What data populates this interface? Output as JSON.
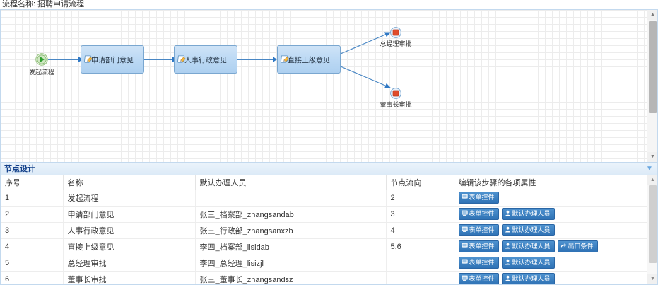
{
  "header": {
    "process_name_label": "流程名称:",
    "process_name_value": "招聘申请流程",
    "full_title": "流程名称: 招聘申请流程"
  },
  "canvas": {
    "start_node": {
      "label": "发起流程",
      "icon": "play-circle-icon",
      "color": "#49a942"
    },
    "tasks": [
      {
        "label": "申请部门意见",
        "icon": "edit-note-icon"
      },
      {
        "label": "人事行政意见",
        "icon": "edit-note-icon"
      },
      {
        "label": "直接上级意见",
        "icon": "edit-note-icon"
      }
    ],
    "end_nodes": [
      {
        "label": "总经理审批",
        "icon": "stop-circle-icon",
        "color": "#e04b2a"
      },
      {
        "label": "董事长审批",
        "icon": "stop-circle-icon",
        "color": "#e04b2a"
      }
    ],
    "edge_color": "#4a87c4",
    "node_fill": "#bcd9f4",
    "node_border": "#7aa7d0"
  },
  "panel": {
    "title": "节点设计",
    "collapse_icon": "chevron-double-down-icon"
  },
  "grid": {
    "columns": [
      "序号",
      "名称",
      "默认办理人员",
      "节点流向",
      "编辑该步骤的各项属性"
    ],
    "rows": [
      {
        "no": "1",
        "name": "发起流程",
        "handler": "",
        "flow": "2",
        "actions": [
          {
            "label": "表单控件",
            "icon": "form-control-icon"
          }
        ]
      },
      {
        "no": "2",
        "name": "申请部门意见",
        "handler": "张三_档案部_zhangsandab",
        "flow": "3",
        "actions": [
          {
            "label": "表单控件",
            "icon": "form-control-icon"
          },
          {
            "label": "默认办理人员",
            "icon": "user-icon"
          }
        ]
      },
      {
        "no": "3",
        "name": "人事行政意见",
        "handler": "张三_行政部_zhangsanxzb",
        "flow": "4",
        "actions": [
          {
            "label": "表单控件",
            "icon": "form-control-icon"
          },
          {
            "label": "默认办理人员",
            "icon": "user-icon"
          }
        ]
      },
      {
        "no": "4",
        "name": "直接上级意见",
        "handler": "李四_档案部_lisidab",
        "flow": "5,6",
        "actions": [
          {
            "label": "表单控件",
            "icon": "form-control-icon"
          },
          {
            "label": "默认办理人员",
            "icon": "user-icon"
          },
          {
            "label": "出口条件",
            "icon": "exit-arrow-icon"
          }
        ]
      },
      {
        "no": "5",
        "name": "总经理审批",
        "handler": "李四_总经理_lisizjl",
        "flow": "",
        "actions": [
          {
            "label": "表单控件",
            "icon": "form-control-icon"
          },
          {
            "label": "默认办理人员",
            "icon": "user-icon"
          }
        ]
      },
      {
        "no": "6",
        "name": "董事长审批",
        "handler": "张三_董事长_zhangsandsz",
        "flow": "",
        "actions": [
          {
            "label": "表单控件",
            "icon": "form-control-icon"
          },
          {
            "label": "默认办理人员",
            "icon": "user-icon"
          }
        ]
      }
    ]
  },
  "scrollbars": {
    "up_arrow": "▲",
    "down_arrow": "▼"
  }
}
